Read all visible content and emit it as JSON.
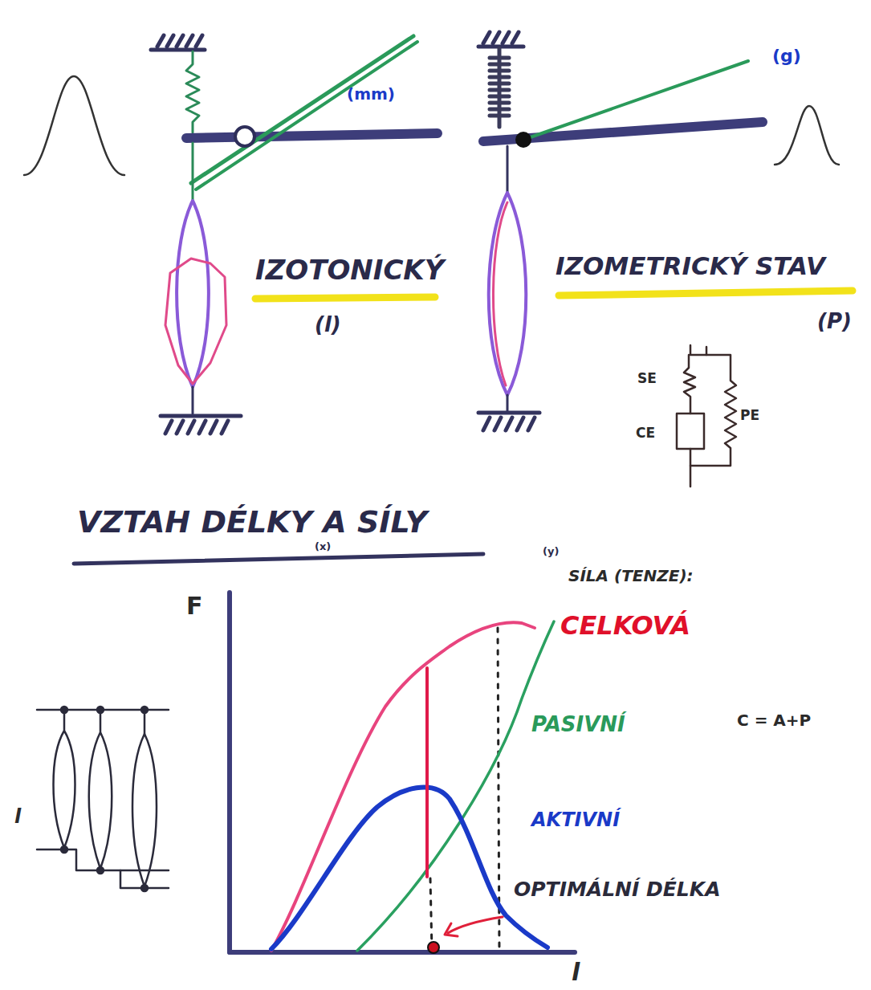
{
  "diagram": {
    "title": "VZTAH DÉLKY A SÍLY",
    "labels": [
      "(mm)",
      "(g)",
      "IZOTONICKÝ",
      "IZOMETRICKÝ STAV",
      "(l)",
      "(P)",
      "SE",
      "PE",
      "CE",
      "(x)",
      "(y)",
      "SÍLA (TENZE):",
      "F",
      "CELKOVÁ",
      "PASIVNÍ",
      "C = A+P",
      "l",
      "AKTIVNÍ",
      "OPTIMÁLNÍ DÉLKA",
      "l"
    ]
  }
}
